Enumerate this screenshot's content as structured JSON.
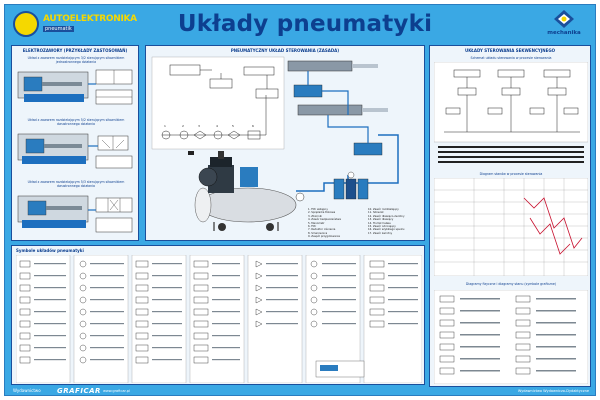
{
  "header": {
    "title": "Układy pneumatyki",
    "logo_left_name": "AUTOELEKTRONIKA",
    "logo_left_sub": "pneumatik",
    "logo_right_name": "mechanika"
  },
  "panels": {
    "left_top_title": "ELEKTROZAWORY (PRZYKŁADY ZASTOSOWAŃ)",
    "left_sub_1": "Układ z zaworem rozdzielającym 3/2 sterującym siłownikiem jednostronnego działania",
    "left_sub_2": "Układ z zaworem rozdzielającym 5/2 sterującym siłownikiem dwustronnego działania",
    "left_sub_3": "Układ z zaworem rozdzielającym 5/3 sterującym siłownikiem dwustronnego działania",
    "center_title": "PNEUMATYCZNY UKŁAD STEROWANIA (ZASADA)",
    "right_top_title": "UKŁADY STEROWANIA SEKWENCYJNEGO",
    "right_top_sub": "Schemat układu sterowania w procesie sterowania",
    "right_mid_sub": "Diagram stanów w procesie sterowania",
    "right_bottom_sub": "Diagramy fizyczne i diagramy stanu (symbole graficzne)",
    "bottom_left_title": "Symbole układów pneumatyki"
  },
  "legend": {
    "left": [
      "1. Filtr wstępny",
      "2. Sprężarka tłokowa",
      "3. Zbiornik",
      "4. Zawór bezpieczeństwa",
      "5. Manometr",
      "6. Filtr",
      "7. Reduktor ciśnienia",
      "8. Smarownica",
      "9. Zespół przygotowania"
    ],
    "right": [
      "10. Zawór rozdzielający",
      "11. Siłownik",
      "12. Zawór dławiąco-zwrotny",
      "13. Zawór dławiący",
      "14. Tłumik hałasu",
      "15. Zawór odcinający",
      "16. Zawór szybkiego spustu",
      "17. Zawór zwrotny"
    ]
  },
  "footer": {
    "left": "Wydawnictwo",
    "brand": "GRAFICAR",
    "url": "www.graficar.pl",
    "right": "Wydawnictwo Wydawniczo-Dydaktyczne"
  },
  "colors": {
    "poster_bg": "#3aa8e4",
    "panel_bg": "#eef5fb",
    "title": "#0d3f8f",
    "accent": "#f5d800"
  }
}
